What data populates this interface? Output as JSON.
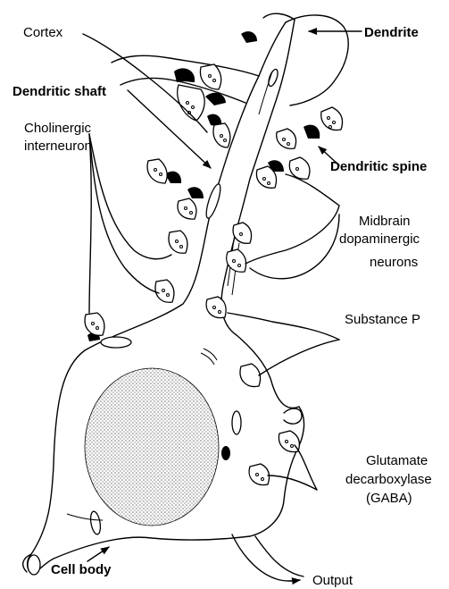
{
  "labels": {
    "cortex": "Cortex",
    "dendrite": "Dendrite",
    "dendritic_shaft": "Dendritic shaft",
    "cholinergic_1": "Cholinergic",
    "cholinergic_2": "interneuron",
    "dendritic_spine": "Dendritic spine",
    "midbrain_1": "Midbrain",
    "midbrain_2": "dopaminergic",
    "midbrain_3": "neurons",
    "substance_p": "Substance P",
    "glutamate_1": "Glutamate",
    "glutamate_2": "decarboxylase",
    "glutamate_3": "(GABA)",
    "cell_body": "Cell body",
    "output": "Output"
  }
}
